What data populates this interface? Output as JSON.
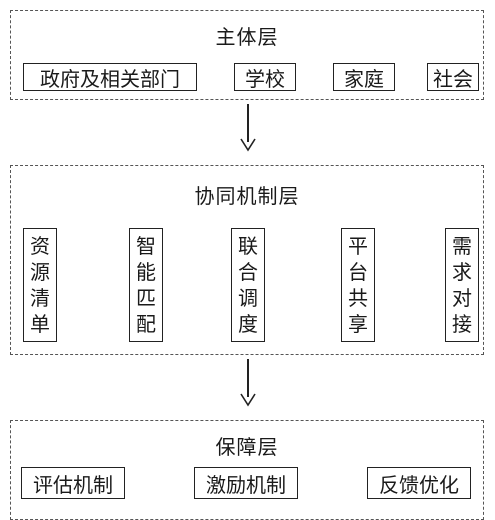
{
  "layers": {
    "top": {
      "title": "主体层",
      "items": [
        "政府及相关部门",
        "学校",
        "家庭",
        "社会"
      ]
    },
    "middle": {
      "title": "协同机制层",
      "items": [
        "资源清单",
        "智能匹配",
        "联合调度",
        "平台共享",
        "需求对接"
      ]
    },
    "bottom": {
      "title": "保障层",
      "items": [
        "评估机制",
        "激励机制",
        "反馈优化"
      ]
    }
  }
}
